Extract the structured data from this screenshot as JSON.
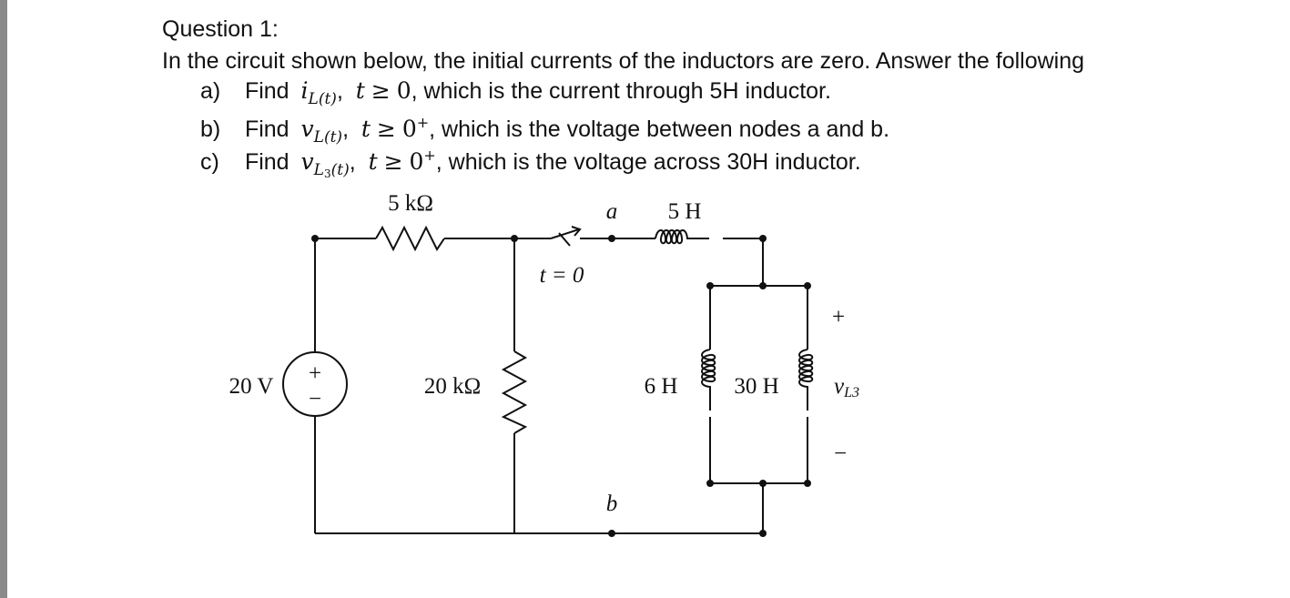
{
  "question": {
    "title": "Question 1:",
    "intro": "In the circuit shown below, the initial currents of the inductors are zero. Answer the following",
    "parts": [
      {
        "label": "a)",
        "find": "Find",
        "var": "i",
        "sub": "L(t)",
        "cond_t": "t",
        "cond_op": "≥",
        "cond_val": "0",
        "cond_sup": "",
        "desc": ", which is the current through 5H inductor."
      },
      {
        "label": "b)",
        "find": "Find",
        "var": "v",
        "sub": "L(t)",
        "cond_t": "t",
        "cond_op": "≥",
        "cond_val": "0",
        "cond_sup": "+",
        "desc": ", which is the voltage between nodes a and b."
      },
      {
        "label": "c)",
        "find": "Find",
        "var": "v",
        "sub": "L",
        "sub_sub": "3",
        "sub_tail": "(t)",
        "cond_t": "t",
        "cond_op": "≥",
        "cond_val": "0",
        "cond_sup": "+",
        "desc": ", which is the voltage across 30H inductor."
      }
    ]
  },
  "circuit": {
    "r1": "5 kΩ",
    "r2": "20 kΩ",
    "source": "20 V",
    "source_plus": "+",
    "source_minus": "−",
    "switch": "t = 0",
    "node_a": "a",
    "node_b": "b",
    "l1": "5 H",
    "l2": "6 H",
    "l3": "30 H",
    "vl3": "v",
    "vl3_sub": "L3",
    "vl3_plus": "+",
    "vl3_minus": "−"
  }
}
